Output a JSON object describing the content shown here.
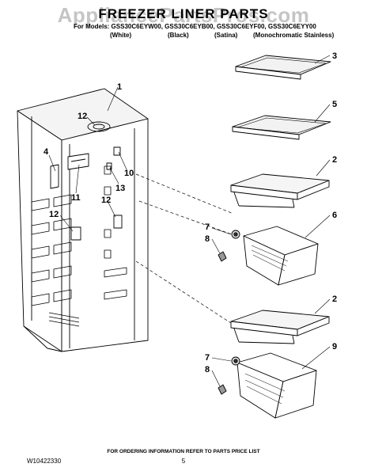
{
  "watermark": "AppliancePartsPros.com",
  "title": "FREEZER LINER PARTS",
  "models_line": "For Models: GSS30C6EYW00, GSS30C6EYB00, GSS30C6EYF00, GSS30C6EYY00",
  "variants": [
    "(White)",
    "(Black)",
    "(Satina)",
    "(Monochromatic Stainless)"
  ],
  "callouts": {
    "liner": "1",
    "shelf_top": "3",
    "shelf_second": "5",
    "shelf_frame_upper": "2",
    "bin_upper": "6",
    "shelf_frame_lower": "2",
    "bin_lower": "9",
    "light_upper": "12",
    "light_side": "12",
    "light_lower": "12",
    "damper": "4",
    "control": "11",
    "thermistor": "10",
    "clip": "13",
    "cap_upper": "7",
    "screw_upper": "8",
    "cap_lower": "7",
    "screw_lower": "8"
  },
  "footer_note": "FOR ORDERING INFORMATION REFER TO PARTS PRICE LIST",
  "document_number": "W10422330",
  "page_number": "5"
}
